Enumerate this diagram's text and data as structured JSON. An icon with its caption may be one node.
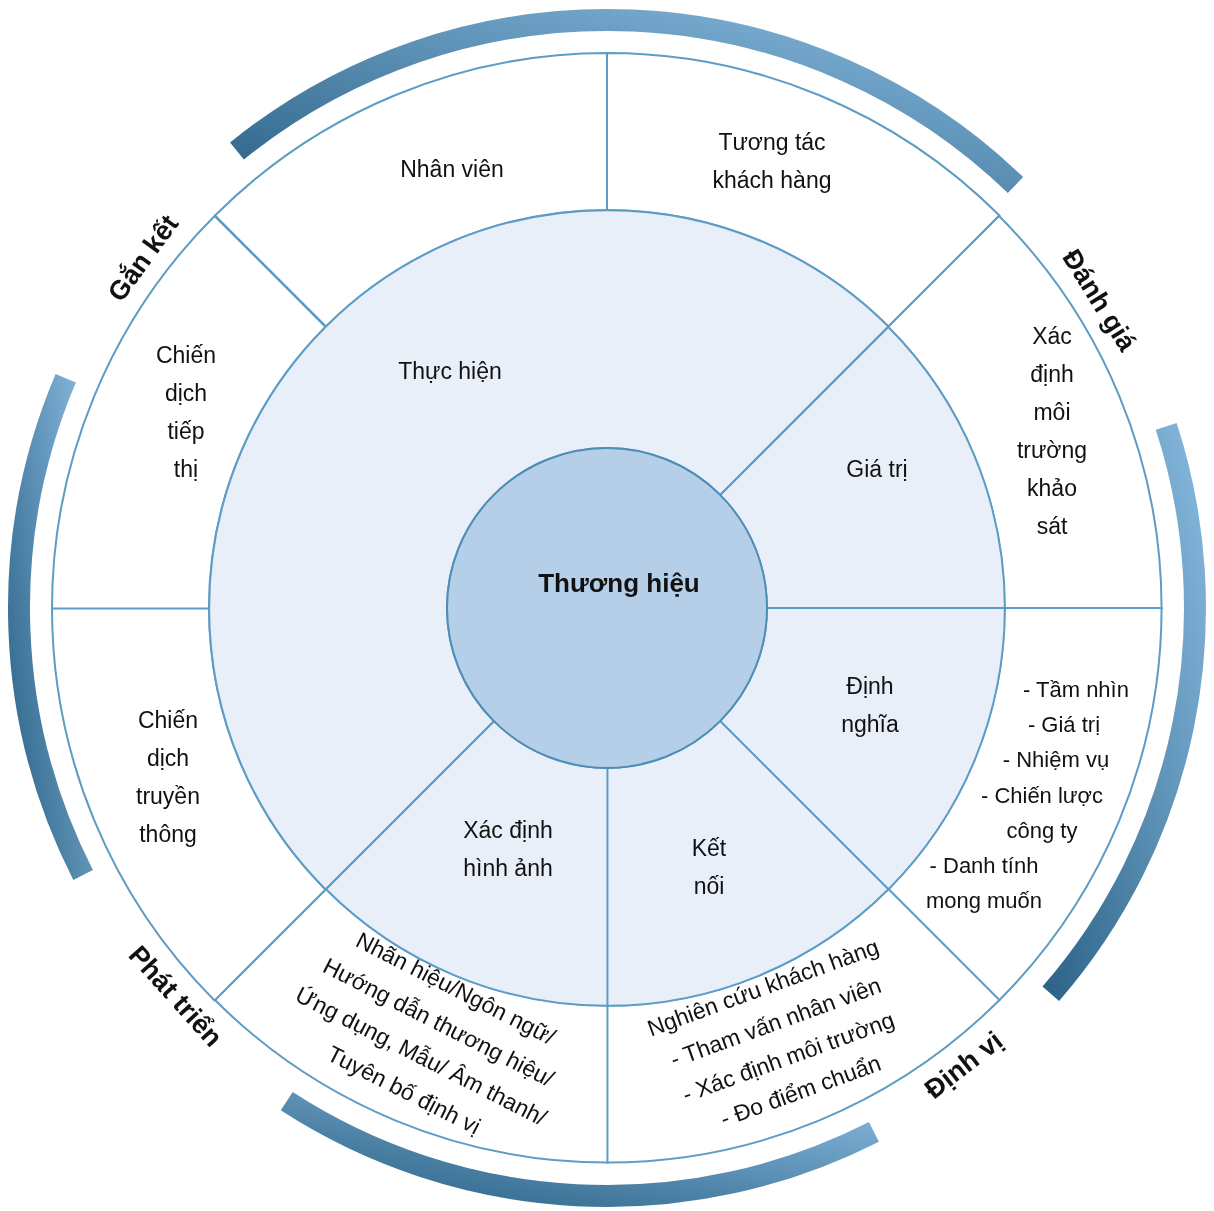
{
  "diagram": {
    "nodes": [
      {
        "text": [
          "Thương hiệu"
        ]
      },
      {
        "text": [
          "Thực hiện"
        ]
      },
      {
        "text": [
          "Giá trị"
        ]
      },
      {
        "text": [
          "Định nghĩa"
        ]
      },
      {
        "text": [
          "Kết nối"
        ]
      },
      {
        "text": [
          "Xác định hình ảnh"
        ]
      },
      {
        "text": [
          "Nhân viên"
        ]
      },
      {
        "text": [
          "Tương tác khách hàng"
        ]
      },
      {
        "text": [
          "Xác định môi trường khảo sát"
        ]
      },
      {
        "text": [
          "- Tầm nhìn",
          "- Giá trị",
          "- Nhiệm vụ",
          "- Chiến lược công ty",
          "- Danh tính mong muốn"
        ]
      },
      {
        "text": [
          "Nghiên cứu khách hàng",
          "- Tham vấn nhân viên",
          "- Xác định môi trường",
          "- Đo điểm chuẩn"
        ]
      },
      {
        "text": [
          "Nhãn hiệu/Ngôn ngữ/ Hướng dẫn thương hiệu/ Ứng dụng, Mẫu/ Âm thanh/ Tuyên bố định vị"
        ]
      },
      {
        "text": [
          "Chiến dịch truyền thông"
        ]
      },
      {
        "text": [
          "Chiến dịch tiếp thị"
        ]
      }
    ],
    "labels": [
      "Gắn kết",
      "Đánh giá",
      "Phát triển",
      "Định vị"
    ]
  }
}
